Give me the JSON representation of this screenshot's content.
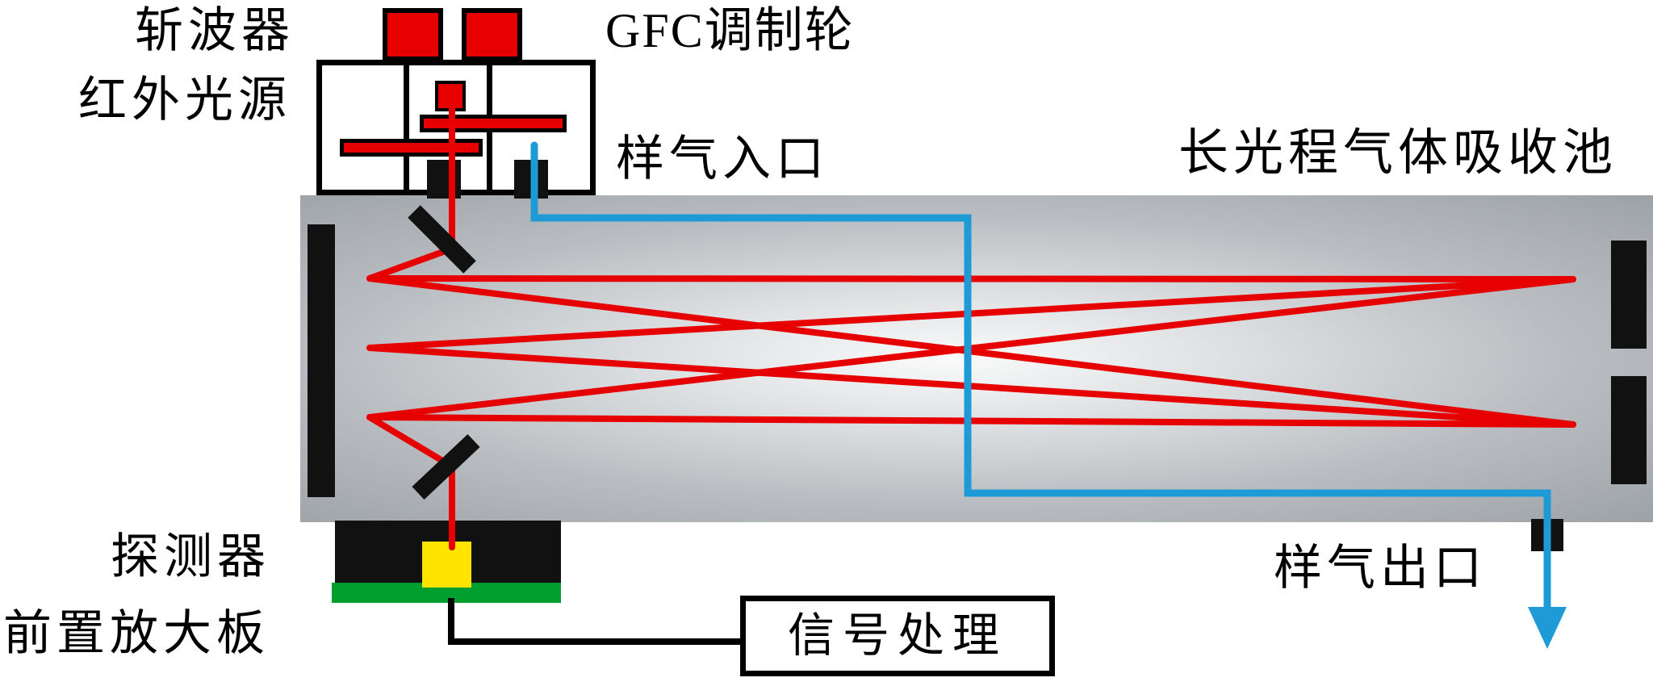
{
  "labels": {
    "chopper": "斩波器",
    "ir_source": "红外光源",
    "gfc_wheel": "GFC调制轮",
    "gas_inlet": "样气入口",
    "absorption_cell": "长光程气体吸收池",
    "detector": "探测器",
    "preamp": "前置放大板",
    "signal_processing": "信号处理",
    "gas_outlet": "样气出口"
  },
  "colors": {
    "beam": "#e60000",
    "gas_pipe": "#1e9ad6",
    "signal_line": "#000000",
    "mirror": "#111111",
    "detector_chip": "#ffe400",
    "preamp_board": "#009e2f"
  }
}
